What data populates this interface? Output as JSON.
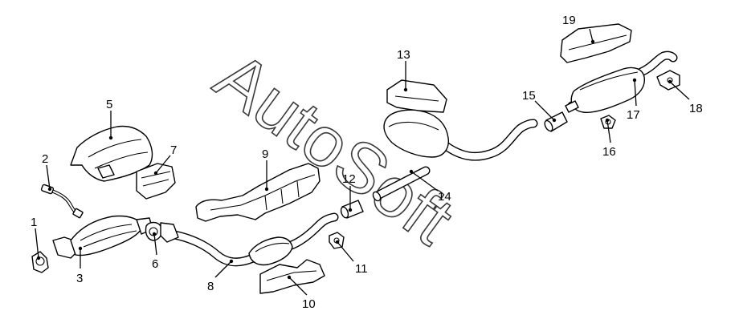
{
  "watermark": "AutoSoft",
  "callouts": [
    {
      "id": "1",
      "label": "1"
    },
    {
      "id": "2",
      "label": "2"
    },
    {
      "id": "3",
      "label": "3"
    },
    {
      "id": "5",
      "label": "5"
    },
    {
      "id": "6",
      "label": "6"
    },
    {
      "id": "7",
      "label": "7"
    },
    {
      "id": "8",
      "label": "8"
    },
    {
      "id": "9",
      "label": "9"
    },
    {
      "id": "10",
      "label": "10"
    },
    {
      "id": "11",
      "label": "11"
    },
    {
      "id": "12",
      "label": "12"
    },
    {
      "id": "13",
      "label": "13"
    },
    {
      "id": "14",
      "label": "14"
    },
    {
      "id": "15",
      "label": "15"
    },
    {
      "id": "16",
      "label": "16"
    },
    {
      "id": "17",
      "label": "17"
    },
    {
      "id": "18",
      "label": "18"
    },
    {
      "id": "19",
      "label": "19"
    }
  ]
}
